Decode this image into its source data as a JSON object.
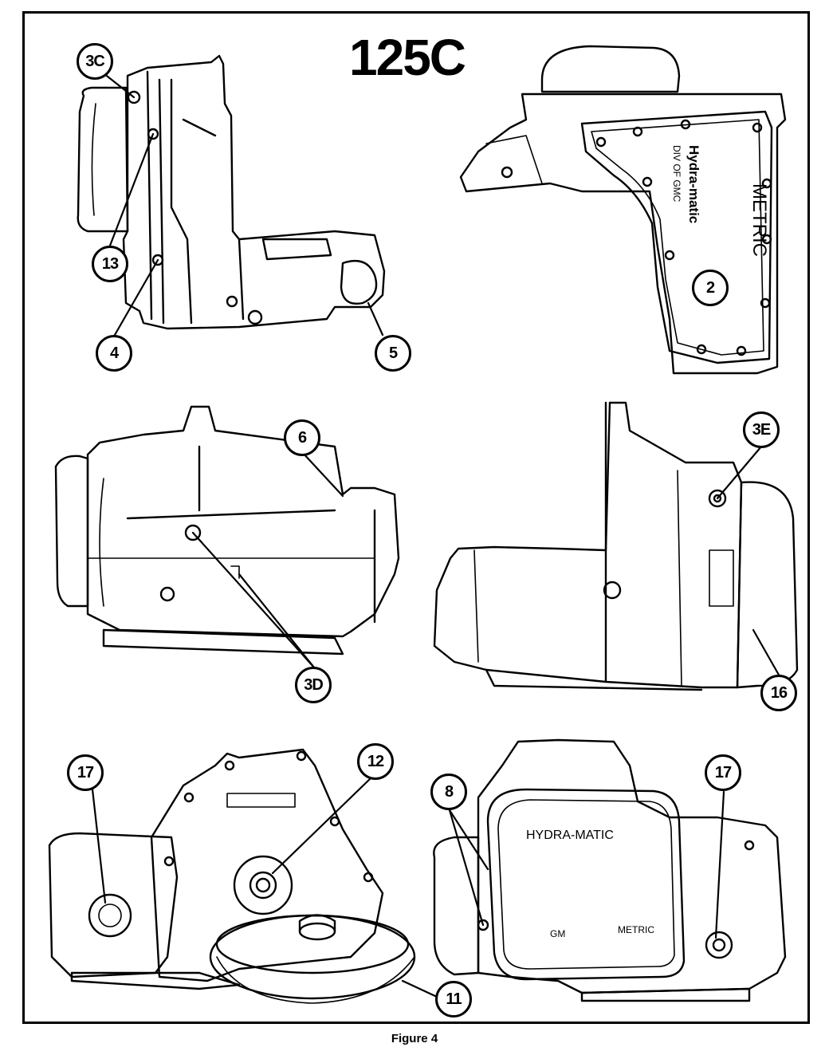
{
  "title": "125C",
  "caption": "Figure 4",
  "callouts": {
    "c3c": "3C",
    "c13": "13",
    "c4": "4",
    "c5": "5",
    "c2": "2",
    "c6": "6",
    "c3e": "3E",
    "c3d": "3D",
    "c16": "16",
    "c17a": "17",
    "c12": "12",
    "c8": "8",
    "c17b": "17",
    "c11": "11"
  },
  "case_markings": {
    "metric_side": "METRIC",
    "hydramatic_side": "Hydra-matic",
    "div_gmc": "DIV OF GMC",
    "hydramatic_pan": "HYDRA-MATIC",
    "gm_pan": "GM",
    "metric_pan": "METRIC"
  }
}
